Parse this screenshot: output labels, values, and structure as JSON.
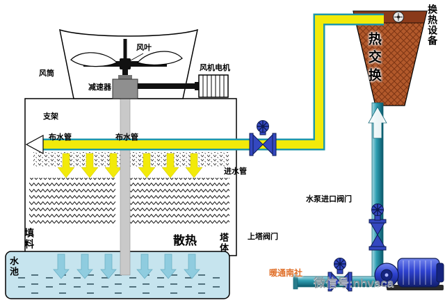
{
  "labels": {
    "fan_blade": "风叶",
    "fan_duct": "风筒",
    "fan_motor": "风机电机",
    "reducer": "减速器",
    "support": "支架",
    "dist_pipe_left": "布水管",
    "dist_pipe_right": "布水管",
    "inlet_pipe": "进水管",
    "fill_material": "填料",
    "heat_dissipation": "散热",
    "tower_body": "塔体",
    "water_pool": "水池",
    "heat_exchanger_device": "换热设备",
    "heat_exchange": "热交换",
    "pump_inlet_valve": "水泵进口阀门",
    "to_tower_valve": "上塔阀门",
    "watermark_brand": "暖通南社",
    "watermark_wechat": "微信号:nhvaca"
  },
  "colors": {
    "hot_pipe": "#f2ea0a",
    "pipe_edge": "#1f97a8",
    "water": "#c6e4ee",
    "water_arrow": "#8fccdf",
    "exchanger_fill": "#b2592b",
    "exchanger_line": "#7c3413",
    "valve_blue": "#3448c0",
    "valve_dark": "#0d1a52",
    "pump_blue": "#2336c8",
    "watermark_orange": "#e0702a",
    "watermark_gray": "#8d959c"
  }
}
